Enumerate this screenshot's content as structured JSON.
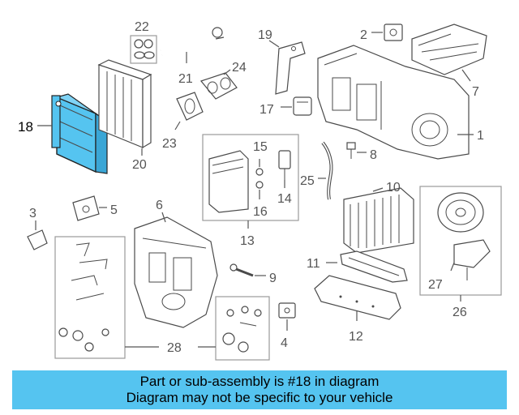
{
  "callouts": {
    "c1": "1",
    "c2": "2",
    "c3": "3",
    "c4": "4",
    "c5": "5",
    "c6": "6",
    "c7": "7",
    "c8": "8",
    "c9": "9",
    "c10": "10",
    "c11": "11",
    "c12": "12",
    "c13": "13",
    "c14": "14",
    "c15": "15",
    "c16": "16",
    "c17": "17",
    "c18": "18",
    "c19": "19",
    "c20": "20",
    "c21": "21",
    "c22": "22",
    "c23": "23",
    "c24": "24",
    "c25": "25",
    "c26": "26",
    "c27": "27",
    "c28": "28"
  },
  "highlight_color": "#55c4f0",
  "banner": {
    "line1": "Part or sub-assembly is #18 in diagram",
    "line2": "Diagram may not be specific to your vehicle"
  }
}
